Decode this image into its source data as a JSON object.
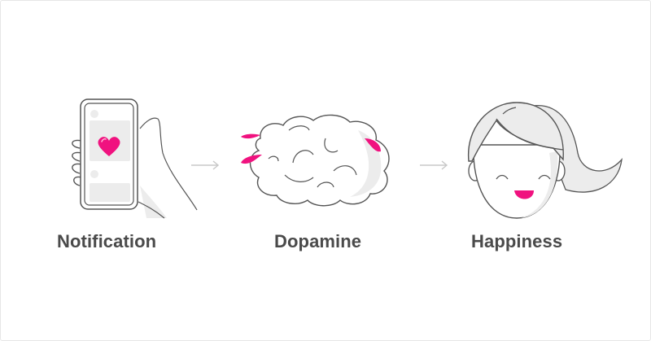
{
  "colors": {
    "accent": "#f0127f",
    "outline": "#555555",
    "fill_light": "#ececec",
    "arrow": "#c8c8c8",
    "label": "#4a4a4a"
  },
  "steps": [
    {
      "label": "Notification",
      "icon": "phone-with-heart-icon"
    },
    {
      "label": "Dopamine",
      "icon": "brain-icon"
    },
    {
      "label": "Happiness",
      "icon": "happy-face-icon"
    }
  ],
  "connectors": [
    {
      "icon": "arrow-right-icon"
    },
    {
      "icon": "arrow-right-icon"
    }
  ]
}
